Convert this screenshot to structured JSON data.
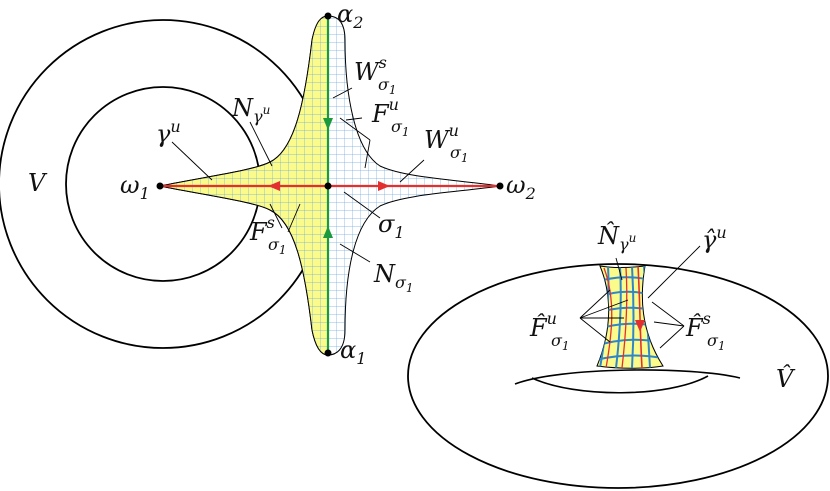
{
  "colors": {
    "yellow_fill": "#fbfb8c",
    "grid_blue": "#6fa8dc",
    "unstable_red": "#e3302f",
    "stable_green": "#1a9a3c",
    "foliation_blue": "#2f86c8",
    "outline": "#000000"
  },
  "labels": {
    "V": "V",
    "omega1": {
      "main": "ω",
      "sub": "1"
    },
    "omega2": {
      "main": "ω",
      "sub": "2"
    },
    "alpha1": {
      "main": "α",
      "sub": "1"
    },
    "alpha2": {
      "main": "α",
      "sub": "2"
    },
    "sigma1": {
      "main": "σ",
      "sub": "1"
    },
    "gamma_u": {
      "main": "γ",
      "sup": "u"
    },
    "N_gamma_u": {
      "main": "N",
      "sub_main": "γ",
      "sub_sup": "u"
    },
    "N_sigma1": {
      "main": "N",
      "sub_main": "σ",
      "sub_sub": "1"
    },
    "W_s_sigma1": {
      "main": "W",
      "sup": "s",
      "sub_main": "σ",
      "sub_sub": "1"
    },
    "W_u_sigma1": {
      "main": "W",
      "sup": "u",
      "sub_main": "σ",
      "sub_sub": "1"
    },
    "F_u_sigma1": {
      "main": "F",
      "sup": "u",
      "sub_main": "σ",
      "sub_sub": "1"
    },
    "F_s_sigma1": {
      "main": "F",
      "sup": "s",
      "sub_main": "σ",
      "sub_sub": "1"
    },
    "V_hat": "V̂",
    "N_hat_gamma_u": {
      "main": "N̂",
      "sub_main": "γ",
      "sub_sup": "u"
    },
    "gamma_hat_u": {
      "main": "γ̂",
      "sup": "u"
    },
    "F_hat_u_sigma1": {
      "main": "F̂",
      "sup": "u",
      "sub_main": "σ",
      "sub_sub": "1"
    },
    "F_hat_s_sigma1": {
      "main": "F̂",
      "sup": "s",
      "sub_main": "σ",
      "sub_sub": "1"
    }
  }
}
